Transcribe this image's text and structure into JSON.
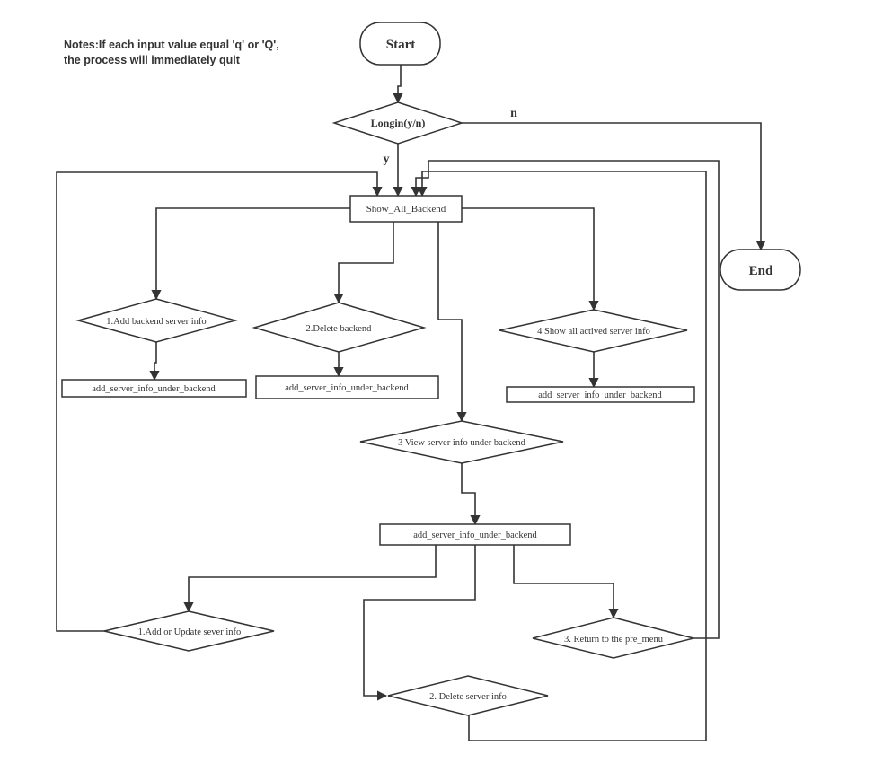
{
  "notes": {
    "line1": "Notes:If each input value equal 'q' or 'Q',",
    "line2": "the process will immediately quit"
  },
  "nodes": {
    "start": "Start",
    "end": "End",
    "login": "Longin(y/n)",
    "show_all_backend": "Show_All_Backend",
    "add_backend": "1.Add backend server info",
    "delete_backend": "2.Delete backend",
    "view_server_info": "3 View server info under backend",
    "show_actived": "4 Show all actived server info",
    "box_add_backend": "add_server_info_under_backend",
    "box_delete_backend": "add_server_info_under_backend",
    "box_show_actived": "add_server_info_under_backend",
    "box_view_server": "add_server_info_under_backend",
    "add_update_server": "'1.Add or Update sever info",
    "delete_server": "2. Delete server info",
    "return_pre_menu": "3. Return to the pre_menu"
  },
  "edge_labels": {
    "yes": "y",
    "no": "n"
  }
}
